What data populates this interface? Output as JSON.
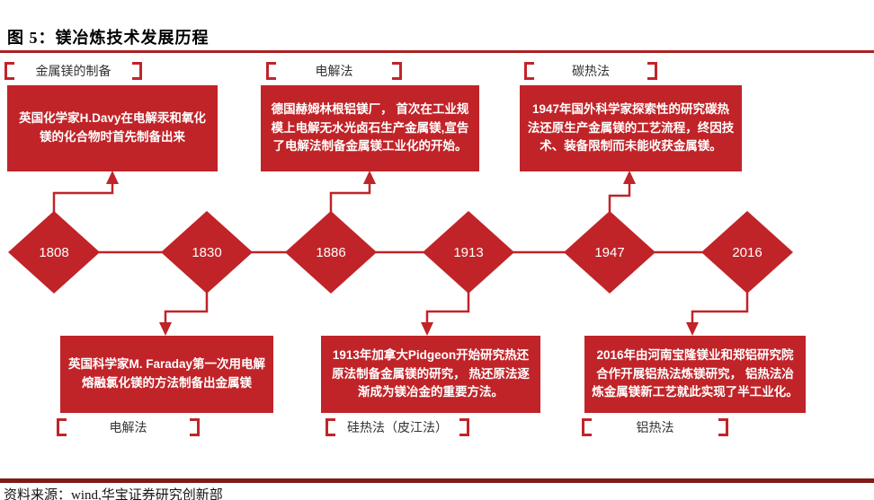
{
  "title": "图 5：镁冶炼技术发展历程",
  "source": "资料来源：wind,华宝证券研究创新部",
  "colors": {
    "primary_red": "#C02428",
    "top_rule": "#AD2124",
    "bottom_rule": "#7E1B18",
    "box_text": "#FFFFFF",
    "label_text": "#333333"
  },
  "top_labels": [
    "金属镁的制备",
    "电解法",
    "碳热法"
  ],
  "bottom_labels": [
    "电解法",
    "硅热法（皮江法）",
    "铝热法"
  ],
  "top_boxes": [
    "英国化学家H.Davy在电解汞和氧化镁的化合物时首先制备出来",
    "德国赫姆林根铝镁厂， 首次在工业规模上电解无水光卤石生产金属镁,宣告了电解法制备金属镁工业化的开始。",
    "1947年国外科学家探索性的研究碳热法还原生产金属镁的工艺流程，终因技术、装备限制而未能收获金属镁。"
  ],
  "bottom_boxes": [
    "英国科学家M. Faraday第一次用电解熔融氯化镁的方法制备出金属镁",
    "1913年加拿大Pidgeon开始研究热还原法制备金属镁的研究， 热还原法逐渐成为镁冶金的重要方法。",
    "2016年由河南宝隆镁业和郑铝研究院合作开展铝热法炼镁研究， 铝热法冶炼金属镁新工艺就此实现了半工业化。"
  ],
  "years": [
    "1808",
    "1830",
    "1886",
    "1913",
    "1947",
    "2016"
  ]
}
